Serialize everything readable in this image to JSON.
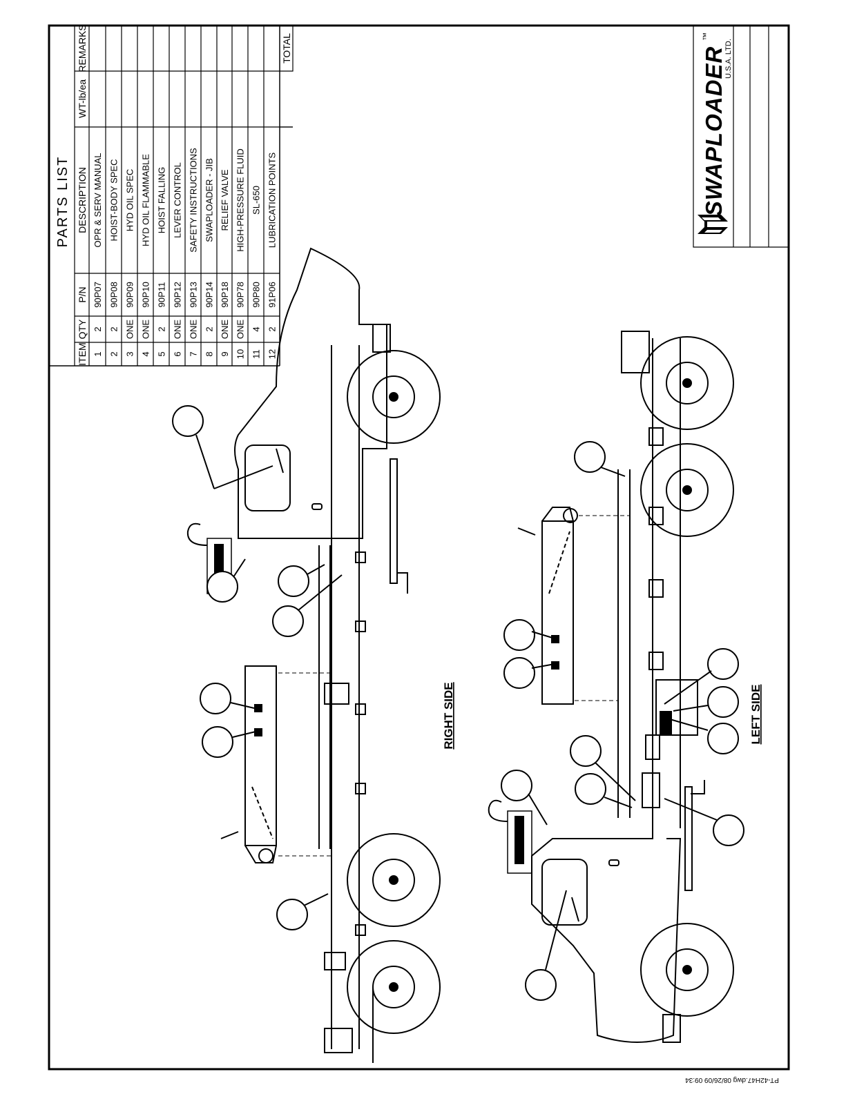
{
  "parts_list": {
    "title": "PARTS LIST",
    "headers": {
      "item": "ITEM",
      "qty": "QTY",
      "pn": "P/N",
      "description": "DESCRIPTION",
      "weight": "WT-lb/ea",
      "remarks": "REMARKS"
    },
    "rows": [
      {
        "item": "1",
        "qty": "2",
        "pn": "90P07",
        "description": "OPR & SERV MANUAL"
      },
      {
        "item": "2",
        "qty": "2",
        "pn": "90P08",
        "description": "HOIST-BODY SPEC"
      },
      {
        "item": "3",
        "qty": "ONE",
        "pn": "90P09",
        "description": "HYD OIL SPEC"
      },
      {
        "item": "4",
        "qty": "ONE",
        "pn": "90P10",
        "description": "HYD OIL FLAMMABLE"
      },
      {
        "item": "5",
        "qty": "2",
        "pn": "90P11",
        "description": "HOIST FALLING"
      },
      {
        "item": "6",
        "qty": "ONE",
        "pn": "90P12",
        "description": "LEVER CONTROL"
      },
      {
        "item": "7",
        "qty": "ONE",
        "pn": "90P13",
        "description": "SAFETY INSTRUCTIONS"
      },
      {
        "item": "8",
        "qty": "2",
        "pn": "90P14",
        "description": "SWAPLOADER - JIB"
      },
      {
        "item": "9",
        "qty": "ONE",
        "pn": "90P18",
        "description": "RELIEF VALVE"
      },
      {
        "item": "10",
        "qty": "ONE",
        "pn": "90P78",
        "description": "HIGH-PRESSURE FLUID"
      },
      {
        "item": "11",
        "qty": "4",
        "pn": "90P80",
        "description": "SL-650"
      },
      {
        "item": "12",
        "qty": "2",
        "pn": "91P06",
        "description": "LUBRICATION POINTS"
      }
    ],
    "total_label": "TOTAL"
  },
  "brand": {
    "name": "SWAPLOADER",
    "trademark": "™",
    "subtitle": "U.S.A.  LTD."
  },
  "views": {
    "right": "RIGHT SIDE",
    "left": "LEFT SIDE"
  },
  "file_stamp": "PT-42H47.dwg   08/26/09  09:34"
}
